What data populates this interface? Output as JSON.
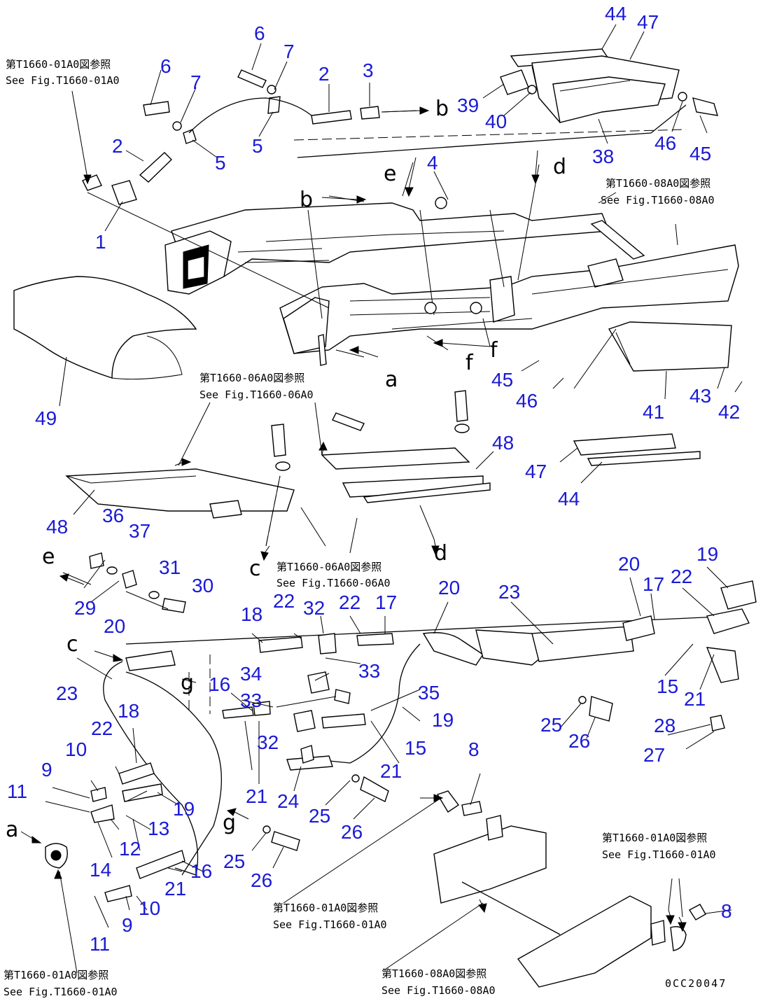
{
  "diagram_code": "0CC20047",
  "reference_notes": [
    {
      "jp": "第T1660-01A0図参照",
      "en": "See Fig.T1660-01A0"
    },
    {
      "jp": "第T1660-08A0図参照",
      "en": "See Fig.T1660-08A0"
    },
    {
      "jp": "第T1660-06A0図参照",
      "en": "See Fig.T1660-06A0"
    },
    {
      "jp": "第T1660-06A0図参照",
      "en": "See Fig.T1660-06A0"
    },
    {
      "jp": "第T1660-01A0図参照",
      "en": "See Fig.T1660-01A0"
    },
    {
      "jp": "第T1660-01A0図参照",
      "en": "See Fig.T1660-01A0"
    },
    {
      "jp": "第T1660-08A0図参照",
      "en": "See Fig.T1660-08A0"
    },
    {
      "jp": "第T1660-01A0図参照",
      "en": "See Fig.T1660-01A0"
    }
  ],
  "arrow_labels": [
    "a",
    "a",
    "b",
    "b",
    "c",
    "c",
    "d",
    "d",
    "e",
    "e",
    "f",
    "f",
    "g",
    "g"
  ],
  "callouts": [
    "1",
    "2",
    "2",
    "3",
    "4",
    "5",
    "5",
    "6",
    "6",
    "7",
    "7",
    "8",
    "8",
    "9",
    "9",
    "10",
    "10",
    "11",
    "11",
    "12",
    "13",
    "14",
    "15",
    "15",
    "16",
    "16",
    "17",
    "17",
    "18",
    "18",
    "19",
    "19",
    "19",
    "20",
    "20",
    "20",
    "21",
    "21",
    "21",
    "21",
    "22",
    "22",
    "22",
    "22",
    "23",
    "23",
    "24",
    "25",
    "25",
    "25",
    "26",
    "26",
    "26",
    "27",
    "28",
    "29",
    "30",
    "31",
    "32",
    "32",
    "33",
    "33",
    "34",
    "35",
    "36",
    "37",
    "38",
    "39",
    "40",
    "41",
    "42",
    "43",
    "44",
    "44",
    "45",
    "45",
    "46",
    "46",
    "47",
    "47",
    "48",
    "48",
    "49"
  ]
}
